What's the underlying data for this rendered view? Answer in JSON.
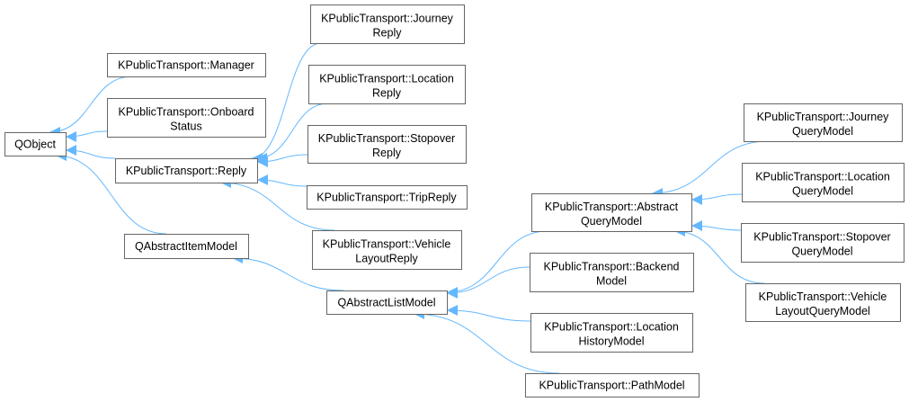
{
  "colors": {
    "edge": "#63b8ff",
    "node_border": "#666666",
    "node_fill": "#ffffff"
  },
  "nodes": {
    "qobject": [
      "QObject"
    ],
    "manager": [
      "KPublicTransport::Manager"
    ],
    "onboard": [
      "KPublicTransport::Onboard",
      "Status"
    ],
    "reply": [
      "KPublicTransport::Reply"
    ],
    "qaim": [
      "QAbstractItemModel"
    ],
    "journey_reply": [
      "KPublicTransport::Journey",
      "Reply"
    ],
    "location_reply": [
      "KPublicTransport::Location",
      "Reply"
    ],
    "stopover_reply": [
      "KPublicTransport::Stopover",
      "Reply"
    ],
    "trip_reply": [
      "KPublicTransport::TripReply"
    ],
    "vehicle_reply": [
      "KPublicTransport::Vehicle",
      "LayoutReply"
    ],
    "qalm": [
      "QAbstractListModel"
    ],
    "abstract_qm": [
      "KPublicTransport::Abstract",
      "QueryModel"
    ],
    "backend": [
      "KPublicTransport::Backend",
      "Model"
    ],
    "location_history": [
      "KPublicTransport::Location",
      "HistoryModel"
    ],
    "path": [
      "KPublicTransport::PathModel"
    ],
    "journey_qm": [
      "KPublicTransport::Journey",
      "QueryModel"
    ],
    "location_qm": [
      "KPublicTransport::Location",
      "QueryModel"
    ],
    "stopover_qm": [
      "KPublicTransport::Stopover",
      "QueryModel"
    ],
    "vehicle_qm": [
      "KPublicTransport::Vehicle",
      "LayoutQueryModel"
    ]
  },
  "edges": [
    [
      "manager",
      "qobject"
    ],
    [
      "onboard",
      "qobject"
    ],
    [
      "reply",
      "qobject"
    ],
    [
      "qaim",
      "qobject"
    ],
    [
      "journey_reply",
      "reply"
    ],
    [
      "location_reply",
      "reply"
    ],
    [
      "stopover_reply",
      "reply"
    ],
    [
      "trip_reply",
      "reply"
    ],
    [
      "vehicle_reply",
      "reply"
    ],
    [
      "qalm",
      "qaim"
    ],
    [
      "abstract_qm",
      "qalm"
    ],
    [
      "backend",
      "qalm"
    ],
    [
      "location_history",
      "qalm"
    ],
    [
      "path",
      "qalm"
    ],
    [
      "journey_qm",
      "abstract_qm"
    ],
    [
      "location_qm",
      "abstract_qm"
    ],
    [
      "stopover_qm",
      "abstract_qm"
    ],
    [
      "vehicle_qm",
      "abstract_qm"
    ]
  ]
}
